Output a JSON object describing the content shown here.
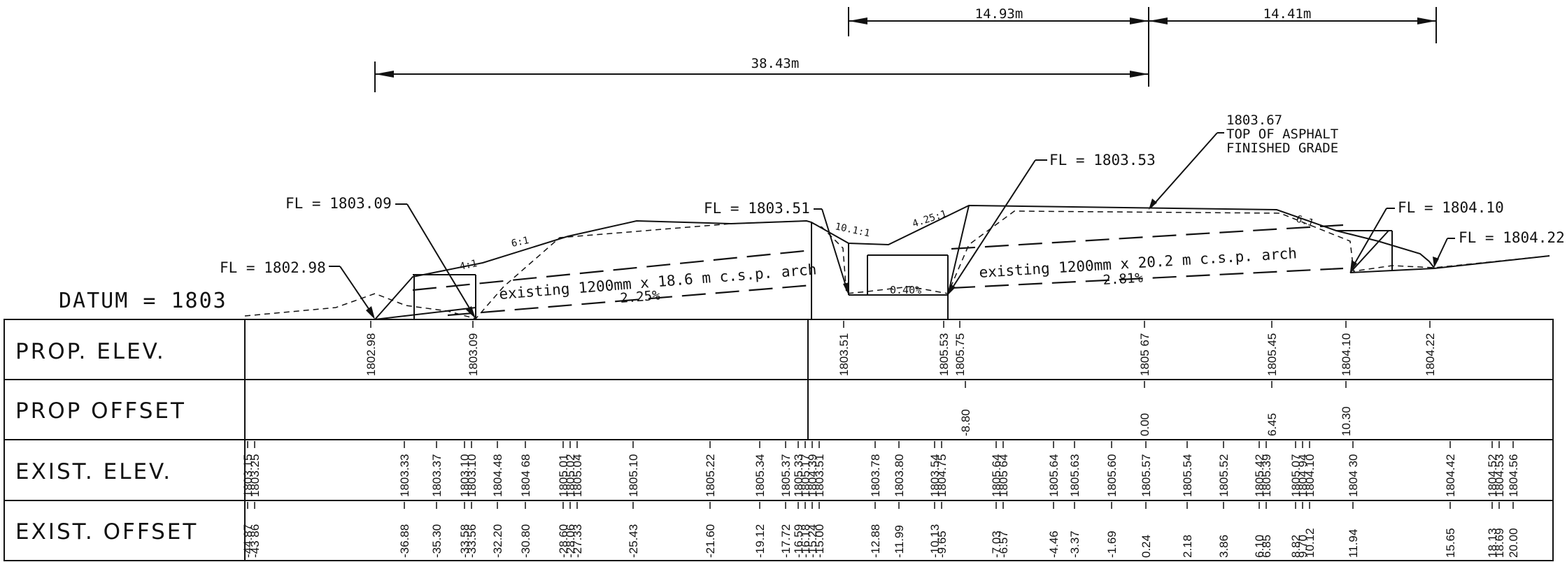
{
  "dimensions": {
    "top_left": "14.93m",
    "top_right": "14.41m",
    "lower": "38.43m"
  },
  "datum": "DATUM = 1803",
  "callouts": {
    "fl_1": "FL = 1802.98",
    "fl_2": "FL = 1803.09",
    "fl_3": "FL = 1803.51",
    "fl_4": "FL = 1803.53",
    "fl_5": "FL = 1804.10",
    "fl_6": "FL = 1804.22",
    "asphalt_elev": "1803.67",
    "asphalt_line1": "TOP OF ASPHALT",
    "asphalt_line2": "FINISHED GRADE"
  },
  "culverts": [
    {
      "label": "existing 1200mm x 18.6 m c.s.p. arch",
      "grade": "2.25%"
    },
    {
      "label": "existing 1200mm x 20.2 m c.s.p. arch",
      "grade": "2.81%"
    }
  ],
  "slope_labels": {
    "s1": "4:1",
    "s2": "6:1",
    "s3": "10.1:1",
    "s4": "4.25:1",
    "s5": "6:1",
    "s6": "0.40%"
  },
  "row_headers": [
    "PROP. ELEV.",
    "PROP OFFSET",
    "EXIST. ELEV.",
    "EXIST. OFFSET"
  ],
  "prop_elev": [
    "1802.98",
    "1803.09",
    "1803.51",
    "1805.53",
    "1805.75",
    "1805 67",
    "1805.45",
    "1804.10",
    "1804.22"
  ],
  "prop_offset": [
    "-8.80",
    "0.00",
    "6.45",
    "10.30"
  ],
  "exist_elev": [
    "1803.15",
    "1803.25",
    "1803.33",
    "1803.37",
    "1803.10",
    "1803.10",
    "1804.48",
    "1804 68",
    "1805.01",
    "1805.02",
    "1805.04",
    "1805.10",
    "1805.22",
    "1805.34",
    "1805.37",
    "1805.33",
    "1805.17",
    "1804.39",
    "1803.51",
    "1803.78",
    "1803.80",
    "1803.54",
    "1804.75",
    "1805.64",
    "1805 64",
    "1805.64",
    "1805.63",
    "1805.60",
    "1805.57",
    "1805.54",
    "1805.52",
    "1805.42",
    "1805.39",
    "1805.07",
    "1804 94",
    "1804.10",
    "1804 30",
    "1804.42",
    "1804.52",
    "1804.53",
    "1804.56"
  ],
  "exist_offset": [
    "-44.87",
    "-43 86",
    "-36.88",
    "-35.30",
    "-33.58",
    "-33.56",
    "-32.20",
    "-30.80",
    "-28.60",
    "-28.06",
    "-27.33",
    "-25.43",
    "-21.60",
    "-19.12",
    "-17.72",
    "-16.59",
    "-16.18",
    "-15.24",
    "-15.00",
    "-12.88",
    "-11.99",
    "-10.13",
    "-9.65",
    "-7.03",
    "-6.57",
    "-4.46",
    "-3.37",
    "-1.69",
    "0.24",
    "2.18",
    "3.86",
    "6.10",
    "6.85",
    "8.82",
    "9.70",
    "10.12",
    "11.94",
    "15.65",
    "18.13",
    "18.69",
    "20.00"
  ]
}
